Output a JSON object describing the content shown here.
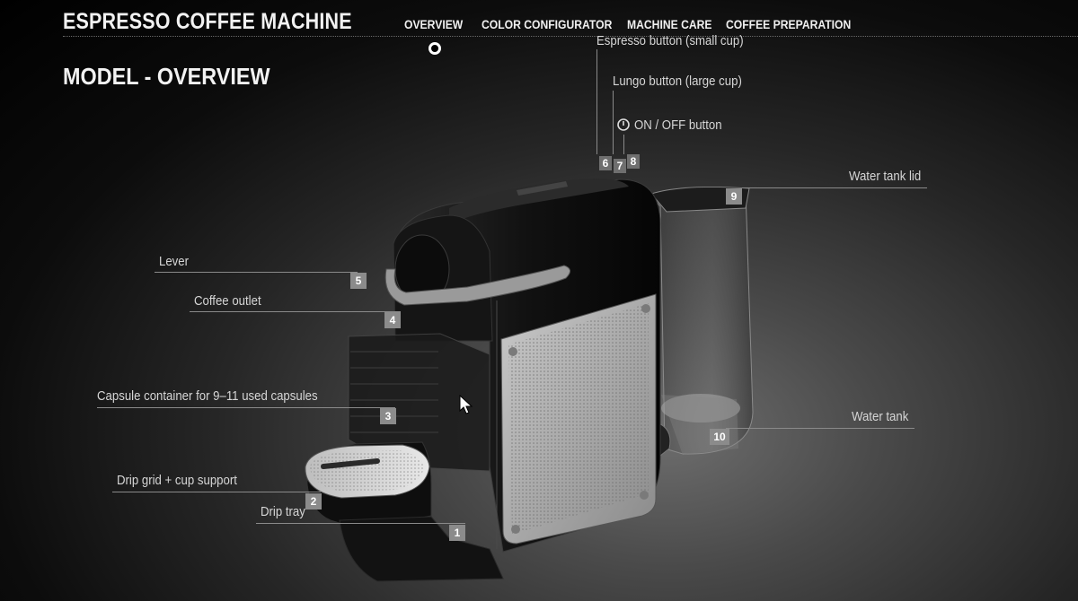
{
  "app": {
    "title": "ESPRESSO COFFEE MACHINE"
  },
  "page": {
    "title": "MODEL - OVERVIEW"
  },
  "nav": {
    "items": [
      {
        "label": "OVERVIEW",
        "active": true
      },
      {
        "label": "COLOR CONFIGURATOR"
      },
      {
        "label": "MACHINE CARE"
      },
      {
        "label": "COFFEE PREPARATION"
      }
    ]
  },
  "callouts": [
    {
      "num": "1",
      "label": "Drip tray"
    },
    {
      "num": "2",
      "label": "Drip grid + cup support"
    },
    {
      "num": "3",
      "label": "Capsule container for 9–11 used capsules"
    },
    {
      "num": "4",
      "label": "Coffee outlet"
    },
    {
      "num": "5",
      "label": "Lever"
    },
    {
      "num": "6",
      "label": "Espresso button (small cup)"
    },
    {
      "num": "7",
      "label": "Lungo button (large cup)"
    },
    {
      "num": "8",
      "label": "ON / OFF button"
    },
    {
      "num": "9",
      "label": "Water tank lid"
    },
    {
      "num": "10",
      "label": "Water tank"
    }
  ],
  "colors": {
    "background": "#000000",
    "accent": "#8b8b8b",
    "text": "#f2f2f2"
  },
  "icons": {
    "power": "power-icon",
    "cursor": "mouse-cursor-icon"
  }
}
